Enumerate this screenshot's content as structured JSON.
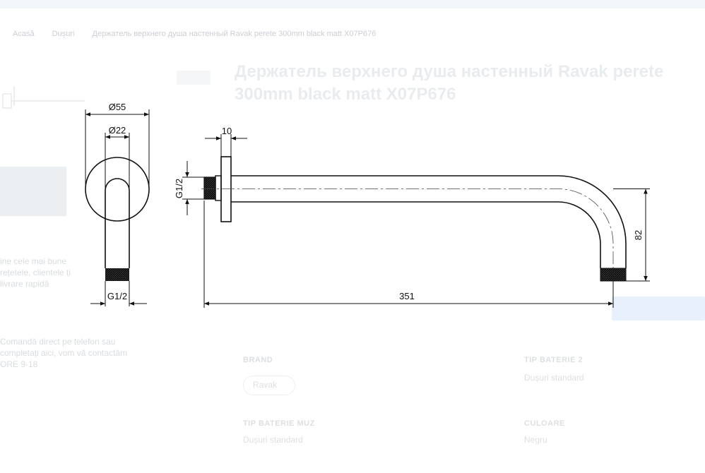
{
  "breadcrumb": [
    "Acasă",
    "Dușuri",
    "Держатель верхнего душа настенный Ravak perete 300mm black matt X07P676"
  ],
  "product": {
    "title": "Держатель верхнего душа настенный Ravak perete 300mm black matt X07P676"
  },
  "left_text": {
    "block1": [
      "ine cele mai bune",
      "rețetele, clientele ți",
      "livrare rapidă"
    ],
    "block2": [
      "Comandă direct pe telefon sau",
      "completați aici, vom vă contactăm",
      "ORE 9-18"
    ]
  },
  "drawing": {
    "dims": {
      "flange_outer": "Ø55",
      "flange_inner": "Ø22",
      "thread_left": "G1/2",
      "thread_side": "G1/2",
      "flange_thickness": "10",
      "total_length": "351",
      "drop_height": "82"
    }
  },
  "specs": [
    {
      "label": "BRAND",
      "value": "Ravak"
    },
    {
      "label": "TIP BATERIE 2",
      "value": "Dușuri standard"
    },
    {
      "label": "TIP BATERIE MUZ",
      "value": "Dușuri standard"
    },
    {
      "label": "CULOARE",
      "value": "Negru"
    }
  ],
  "colors": {
    "line": "#111111",
    "dashed": "#444444",
    "faded": "#e6e9ec"
  }
}
